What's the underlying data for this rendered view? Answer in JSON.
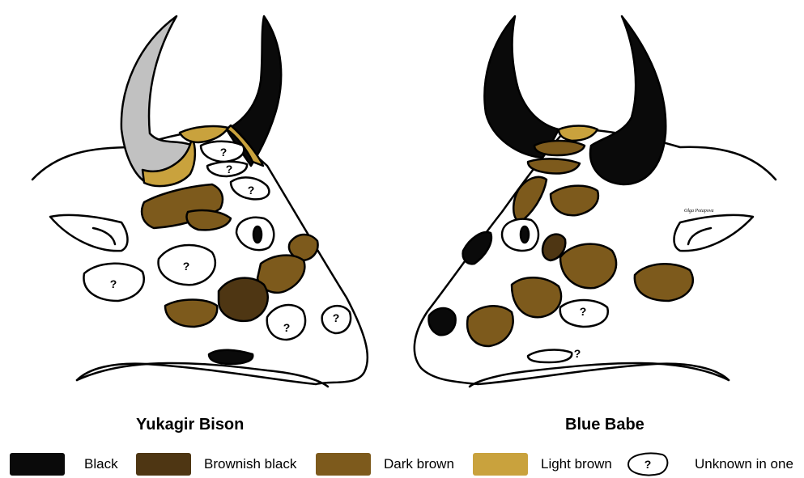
{
  "figure": {
    "left_title": "Yukagir Bison",
    "right_title": "Blue Babe",
    "signature": "Olga Potapova",
    "unknown_mark": "?"
  },
  "legend": [
    {
      "key": "black",
      "label": "Black",
      "color": "#0a0a0a"
    },
    {
      "key": "brownish-black",
      "label": "Brownish black",
      "color": "#4e3613"
    },
    {
      "key": "dark-brown",
      "label": "Dark brown",
      "color": "#7d5a1c"
    },
    {
      "key": "light-brown",
      "label": "Light brown",
      "color": "#c9a23d"
    },
    {
      "key": "unknown",
      "label": "Unknown in one",
      "symbol": "?"
    }
  ],
  "colors": {
    "black": "#0a0a0a",
    "brownish_black": "#4e3613",
    "dark_brown": "#7d5a1c",
    "light_brown": "#c9a23d",
    "horn_gray": "#c1c1c1",
    "outline": "#000000"
  }
}
